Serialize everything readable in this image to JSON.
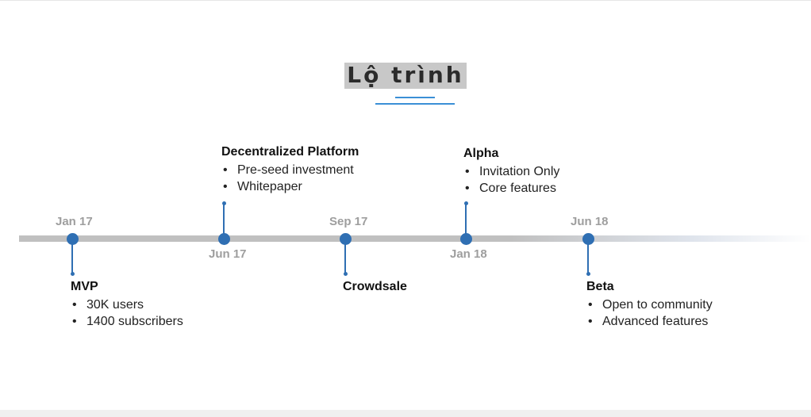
{
  "heading": {
    "title": "Lộ trình"
  },
  "milestones": [
    {
      "date": "Jan 17",
      "title": "MVP",
      "items": [
        "30K users",
        "1400 subscribers"
      ]
    },
    {
      "date": "Jun 17",
      "title": "Decentralized Platform",
      "items": [
        "Pre-seed investment",
        "Whitepaper"
      ]
    },
    {
      "date": "Sep 17",
      "title": "Crowdsale",
      "items": []
    },
    {
      "date": "Jan 18",
      "title": "Alpha",
      "items": [
        "Invitation Only",
        "Core features"
      ]
    },
    {
      "date": "Jun 18",
      "title": "Beta",
      "items": [
        "Open to community",
        "Advanced features"
      ]
    }
  ],
  "colors": {
    "accent": "#2f6fb3",
    "underline": "#3a8fd6",
    "date_text": "#9e9e9e",
    "timeline": "#c0c0c0"
  }
}
